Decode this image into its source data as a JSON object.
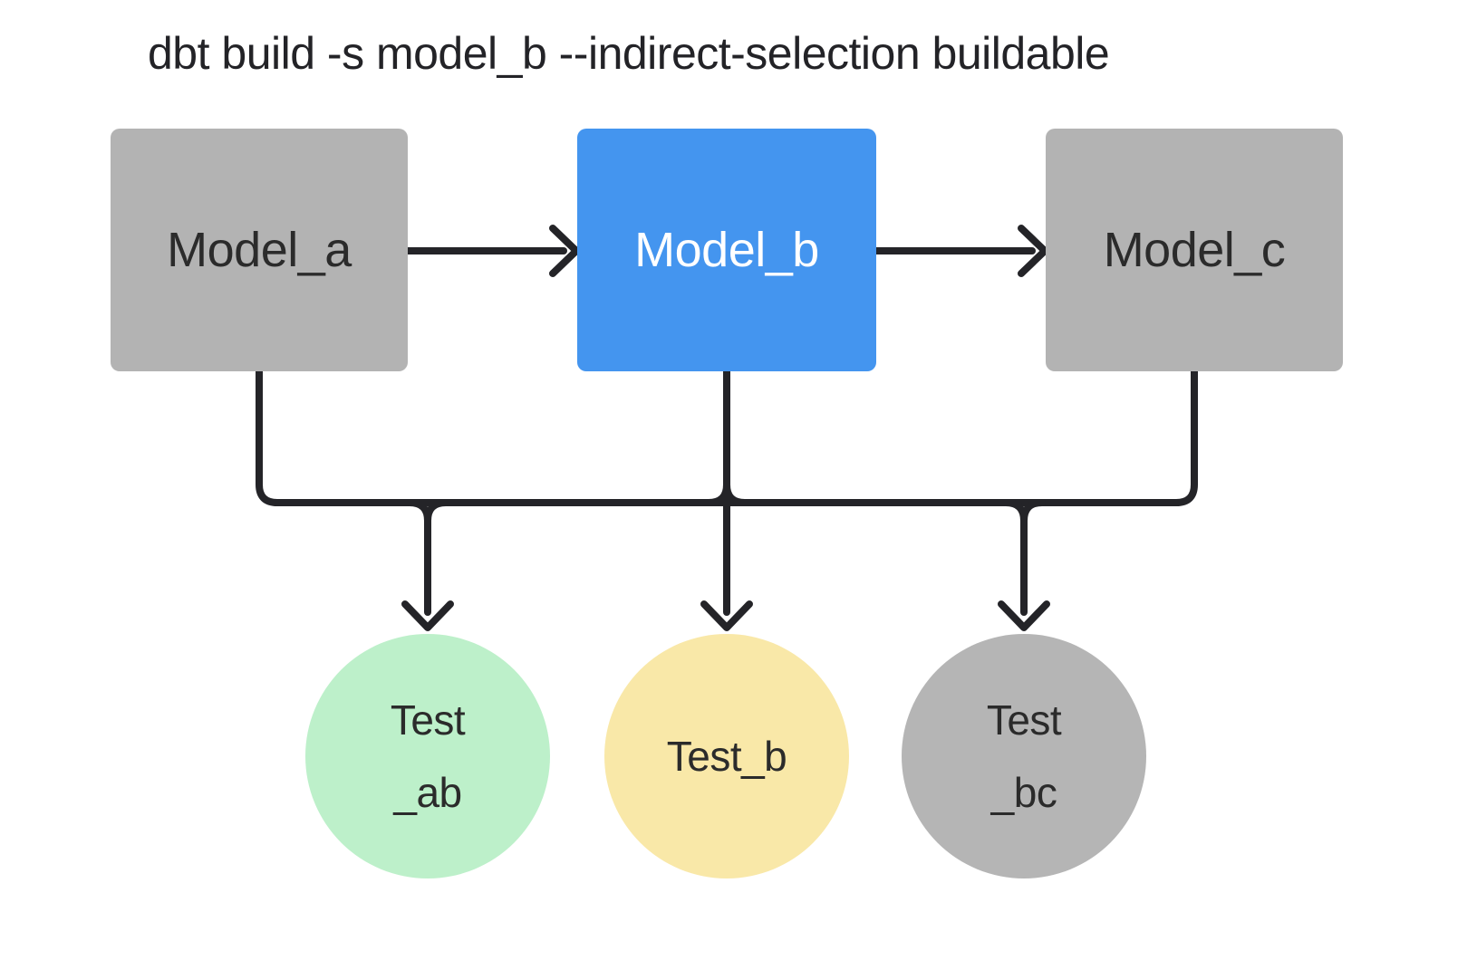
{
  "title": "dbt build -s model_b --indirect-selection buildable",
  "colors": {
    "line": "#242428",
    "node-gray": "#b3b3b3",
    "node-selected": "#4495ef",
    "test-pass": "#bdf0ca",
    "test-warn": "#f9e8a8",
    "test-gray": "#b5b5b5"
  },
  "nodes": {
    "model_a": {
      "label": "Model_a"
    },
    "model_b": {
      "label": "Model_b"
    },
    "model_c": {
      "label": "Model_c"
    },
    "test_ab": {
      "lines": [
        "Test",
        "_ab"
      ]
    },
    "test_b": {
      "label": "Test_b"
    },
    "test_bc": {
      "lines": [
        "Test",
        "_bc"
      ]
    }
  }
}
